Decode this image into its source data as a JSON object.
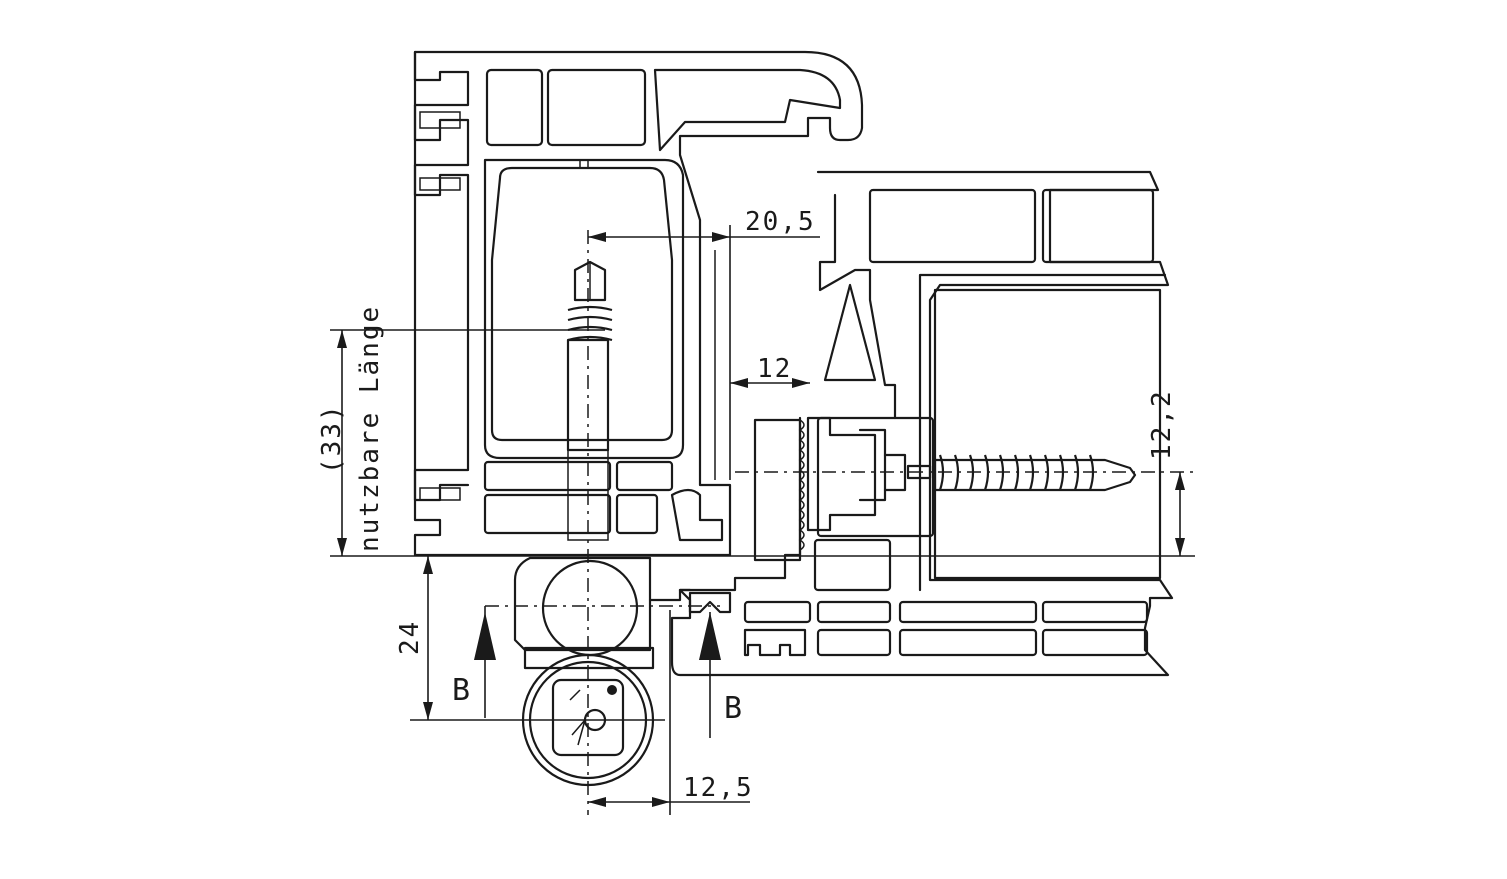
{
  "dimensions": {
    "d_20_5": "20,5",
    "d_12": "12",
    "d_12_2": "12,2",
    "d_33": "(33)",
    "nutzbare": "nutzbare Länge",
    "d_24": "24",
    "d_12_5": "12,5"
  },
  "section_marks": {
    "left": "B",
    "right": "B"
  },
  "colors": {
    "line": "#1a1a1a",
    "background": "#ffffff"
  }
}
